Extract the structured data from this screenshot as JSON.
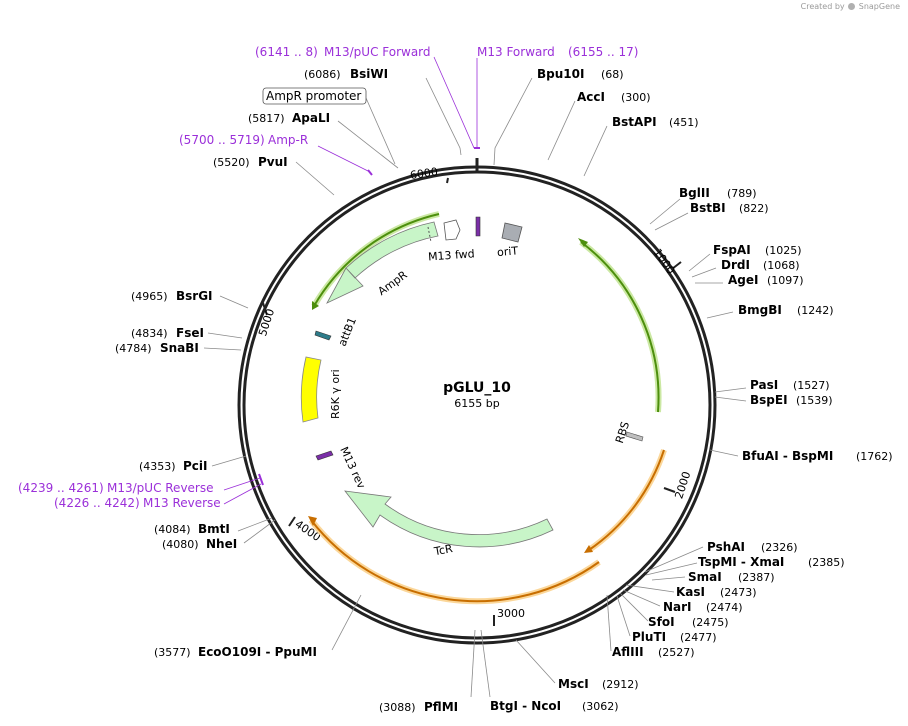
{
  "brand": {
    "created_by": "Created by",
    "product": "SnapGene"
  },
  "plasmid": {
    "name": "pGLU_10",
    "size_label": "6155 bp",
    "length": 6155
  },
  "ticks": [
    {
      "pos": 1000,
      "label": "1000"
    },
    {
      "pos": 2000,
      "label": "2000"
    },
    {
      "pos": 3000,
      "label": "3000"
    },
    {
      "pos": 4000,
      "label": "4000"
    },
    {
      "pos": 5000,
      "label": "5000"
    },
    {
      "pos": 6000,
      "label": "6000"
    }
  ],
  "sites": [
    {
      "name": "BsiWI",
      "position": "(6086)",
      "side": "left"
    },
    {
      "name": "Bpu10I",
      "position": "(68)",
      "side": "right"
    },
    {
      "name": "AccI",
      "position": "(300)",
      "side": "right"
    },
    {
      "name": "BstAPI",
      "position": "(451)",
      "side": "right"
    },
    {
      "name": "ApaLI",
      "position": "(5817)",
      "side": "left"
    },
    {
      "name": "PvuI",
      "position": "(5520)",
      "side": "left"
    },
    {
      "name": "BglII",
      "position": "(789)",
      "side": "right"
    },
    {
      "name": "BstBI",
      "position": "(822)",
      "side": "right"
    },
    {
      "name": "FspAI",
      "position": "(1025)",
      "side": "right"
    },
    {
      "name": "DrdI",
      "position": "(1068)",
      "side": "right"
    },
    {
      "name": "AgeI",
      "position": "(1097)",
      "side": "right"
    },
    {
      "name": "BmgBI",
      "position": "(1242)",
      "side": "right"
    },
    {
      "name": "BsrGI",
      "position": "(4965)",
      "side": "left"
    },
    {
      "name": "FseI",
      "position": "(4834)",
      "side": "left"
    },
    {
      "name": "SnaBI",
      "position": "(4784)",
      "side": "left"
    },
    {
      "name": "PasI",
      "position": "(1527)",
      "side": "right"
    },
    {
      "name": "BspEI",
      "position": "(1539)",
      "side": "right"
    },
    {
      "name": "BfuAI - BspMI",
      "position": "(1762)",
      "side": "right"
    },
    {
      "name": "PciI",
      "position": "(4353)",
      "side": "left"
    },
    {
      "name": "BmtI",
      "position": "(4084)",
      "side": "left"
    },
    {
      "name": "NheI",
      "position": "(4080)",
      "side": "left"
    },
    {
      "name": "PshAI",
      "position": "(2326)",
      "side": "right"
    },
    {
      "name": "TspMI - XmaI",
      "position": "(2385)",
      "side": "right"
    },
    {
      "name": "SmaI",
      "position": "(2387)",
      "side": "right"
    },
    {
      "name": "KasI",
      "position": "(2473)",
      "side": "right"
    },
    {
      "name": "NarI",
      "position": "(2474)",
      "side": "right"
    },
    {
      "name": "SfoI",
      "position": "(2475)",
      "side": "right"
    },
    {
      "name": "PluTI",
      "position": "(2477)",
      "side": "right"
    },
    {
      "name": "AflIII",
      "position": "(2527)",
      "side": "right"
    },
    {
      "name": "MscI",
      "position": "(2912)",
      "side": "right"
    },
    {
      "name": "EcoO109I - PpuMI",
      "position": "(3577)",
      "side": "left"
    },
    {
      "name": "PflMI",
      "position": "(3088)",
      "side": "left"
    },
    {
      "name": "BtgI - NcoI",
      "position": "(3062)",
      "side": "right"
    }
  ],
  "primers": [
    {
      "name": "M13/pUC Forward",
      "range": "(6141 .. 8)"
    },
    {
      "name": "M13 Forward",
      "range": "(6155 .. 17)"
    },
    {
      "name": "Amp-R",
      "range": "(5700 .. 5719)"
    },
    {
      "name": "M13/pUC Reverse",
      "range": "(4239 .. 4261)"
    },
    {
      "name": "M13 Reverse",
      "range": "(4226 .. 4242)"
    }
  ],
  "promoter_box": {
    "label": "AmpR promoter"
  },
  "features": [
    {
      "name": "AmpR",
      "color": "#c8f5c8"
    },
    {
      "name": "TcR",
      "color": "#c8f5c8"
    },
    {
      "name": "R6K γ ori",
      "color": "#ffff00"
    },
    {
      "name": "attB1",
      "color": "#2e7c8a"
    },
    {
      "name": "M13 fwd",
      "color": "#7b2fa8"
    },
    {
      "name": "M13 rev",
      "color": "#7b2fa8"
    },
    {
      "name": "oriT",
      "color": "#a9adb3"
    },
    {
      "name": "RBS",
      "color": "#bfbfbf"
    }
  ],
  "colors": {
    "backbone": "#222222",
    "green_orf": "#5a9a1a",
    "orange_orf": "#c86e00",
    "primer": "#9b30d9"
  }
}
